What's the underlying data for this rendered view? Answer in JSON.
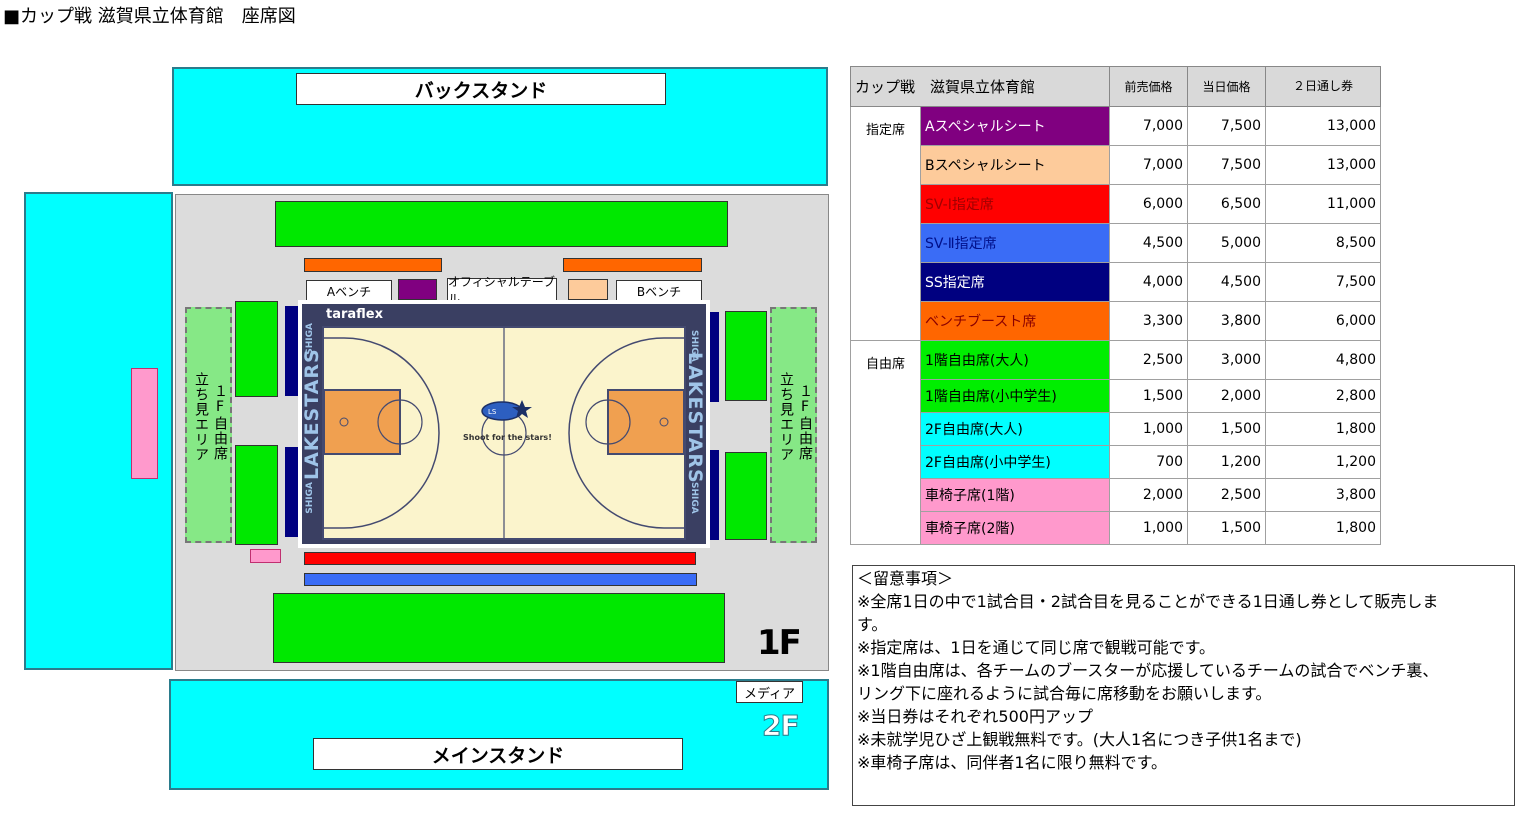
{
  "title": "■カップ戦 滋賀県立体育館　座席図",
  "map": {
    "back_stand": "バックスタンド",
    "main_stand": "メインスタンド",
    "a_bench": "Aベンチ",
    "official_table": "オフィシャルテーブル",
    "b_bench": "Bベンチ",
    "standing_left": "立ち見エリア",
    "free_left": "１F自由席",
    "standing_right": "立ち見エリア",
    "free_right": "１F自由席",
    "floor_1f": "1F",
    "floor_2f": "2F",
    "media": "メディア",
    "court_brand": "taraflex",
    "team_name": "LAKESTARS",
    "team_city": "SHIGA",
    "slogan": "Shoot for the stars!"
  },
  "price_table": {
    "header": {
      "venue": "カップ戦　滋賀県立体育館",
      "advance": "前売価格",
      "same_day": "当日価格",
      "two_day": "２日通し券"
    },
    "rows": [
      {
        "category": "指定席",
        "seat": "Aスペシャルシート",
        "color": "#800080",
        "text_color": "#ffffff",
        "advance": "7,000",
        "same_day": "7,500",
        "two_day": "13,000"
      },
      {
        "category": "",
        "seat": "Bスペシャルシート",
        "color": "#fdcb9b",
        "text_color": "#000000",
        "advance": "7,000",
        "same_day": "7,500",
        "two_day": "13,000"
      },
      {
        "category": "",
        "seat": "SV-Ⅰ指定席",
        "color": "#ff0000",
        "text_color": "#a00000",
        "advance": "6,000",
        "same_day": "6,500",
        "two_day": "11,000"
      },
      {
        "category": "",
        "seat": "SV-Ⅱ指定席",
        "color": "#3a6cf6",
        "text_color": "#00108a",
        "advance": "4,500",
        "same_day": "5,000",
        "two_day": "8,500"
      },
      {
        "category": "",
        "seat": "SS指定席",
        "color": "#000080",
        "text_color": "#ffffff",
        "advance": "4,000",
        "same_day": "4,500",
        "two_day": "7,500"
      },
      {
        "category": "",
        "seat": "ベンチブースト席",
        "color": "#ff6600",
        "text_color": "#8a0000",
        "advance": "3,300",
        "same_day": "3,800",
        "two_day": "6,000"
      },
      {
        "category": "自由席",
        "seat": "1階自由席(大人)",
        "color": "#00ee00",
        "text_color": "#000000",
        "advance": "2,500",
        "same_day": "3,000",
        "two_day": "4,800"
      },
      {
        "category": "",
        "seat": "1階自由席(小中学生)",
        "color": "#00ee00",
        "text_color": "#000000",
        "advance": "1,500",
        "same_day": "2,000",
        "two_day": "2,800"
      },
      {
        "category": "",
        "seat": "2F自由席(大人)",
        "color": "#00ffff",
        "text_color": "#000000",
        "advance": "1,000",
        "same_day": "1,500",
        "two_day": "1,800"
      },
      {
        "category": "",
        "seat": "2F自由席(小中学生)",
        "color": "#00ffff",
        "text_color": "#000000",
        "advance": "700",
        "same_day": "1,200",
        "two_day": "1,200"
      },
      {
        "category": "",
        "seat": "車椅子席(1階)",
        "color": "#ff99cc",
        "text_color": "#000000",
        "advance": "2,000",
        "same_day": "2,500",
        "two_day": "3,800"
      },
      {
        "category": "",
        "seat": "車椅子席(2階)",
        "color": "#ff99cc",
        "text_color": "#000000",
        "advance": "1,000",
        "same_day": "1,500",
        "two_day": "1,800"
      }
    ]
  },
  "notes": {
    "heading": "＜留意事項＞",
    "lines": [
      "※全席1日の中で1試合目・2試合目を見ることができる1日通し券として販売しま",
      "す。",
      "※指定席は、1日を通じて同じ席で観戦可能です。",
      "※1階自由席は、各チームのブースターが応援しているチームの試合でベンチ裏、",
      "リング下に座れるように試合毎に席移動をお願いします。",
      "※当日券はそれぞれ500円アップ",
      "※未就学児ひざ上観戦無料です。(大人1名につき子供1名まで)",
      "※車椅子席は、同伴者1名に限り無料です。"
    ]
  },
  "colors": {
    "stand": "#00ffff",
    "free_1f": "#00e800",
    "standing": "#86e886",
    "wheelchair": "#ff99cc",
    "bench_boost": "#ff6600",
    "a_special": "#800080",
    "b_special": "#fdcb9b",
    "sv1": "#ff0000",
    "sv2": "#3a6cf6",
    "ss": "#000080"
  }
}
